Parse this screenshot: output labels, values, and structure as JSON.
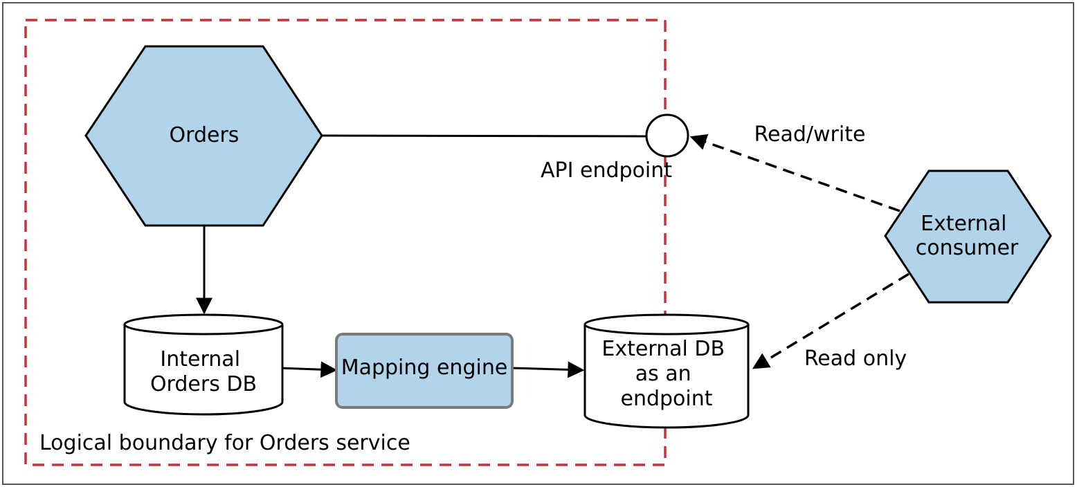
{
  "colors": {
    "fill": "#b1d4ea",
    "stroke": "#000000",
    "boundary": "#c8303a",
    "mapping_border": "#7a7a7a",
    "frame": "#555555"
  },
  "nodes": {
    "orders": {
      "label": "Orders"
    },
    "api_endpoint": {
      "label": "API endpoint"
    },
    "external_consumer": {
      "lines": [
        "External",
        "consumer"
      ]
    },
    "internal_db": {
      "lines": [
        "Internal",
        "Orders DB"
      ]
    },
    "mapping_engine": {
      "label": "Mapping engine"
    },
    "external_db": {
      "lines": [
        "External DB",
        "as an",
        "endpoint"
      ]
    }
  },
  "edges": {
    "read_write": {
      "label": "Read/write"
    },
    "read_only": {
      "label": "Read only"
    }
  },
  "boundary": {
    "label": "Logical boundary for Orders service"
  }
}
